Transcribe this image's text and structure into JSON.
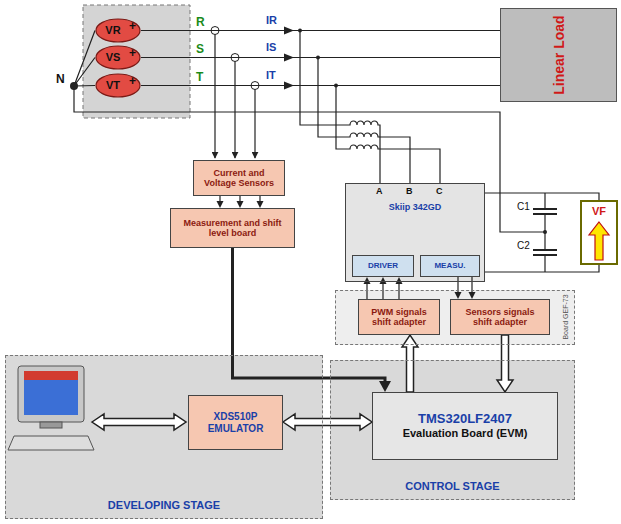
{
  "diagram": {
    "nodes": [
      {
        "text": [
          "VR"
        ]
      },
      {
        "text": [
          "VS"
        ]
      },
      {
        "text": [
          "VT"
        ]
      },
      {
        "text": [
          "Linear Load"
        ]
      },
      {
        "text": [
          "Current and Voltage Sensors"
        ]
      },
      {
        "text": [
          "Measurement and shift level board"
        ]
      },
      {
        "text": [
          "Skiip 342GD"
        ]
      },
      {
        "text": [
          "DRIVER"
        ],
        "in": 6
      },
      {
        "text": [
          "MEASU."
        ],
        "in": 6
      },
      {
        "text": [
          "VF"
        ]
      },
      {
        "text": [
          "Board GEF-73"
        ]
      },
      {
        "text": [
          "PWM signals shift adapter"
        ],
        "in": 10
      },
      {
        "text": [
          "Sensors signals shift adapter"
        ],
        "in": 10
      },
      {
        "text": [
          "DEVELOPING STAGE"
        ]
      },
      {
        "text": [
          "XDS510P EMULATOR"
        ],
        "in": 13
      },
      {
        "text": [
          "CONTROL STAGE"
        ]
      },
      {
        "text": [
          "TMS320LF2407",
          "Evaluation Board (EVM)"
        ],
        "in": 15
      }
    ],
    "edges": [
      {
        "from": 0,
        "to": 3,
        "arrow": "none"
      },
      {
        "from": 1,
        "to": 3,
        "arrow": "none"
      },
      {
        "from": 2,
        "to": 3,
        "arrow": "none"
      },
      {
        "from": 4,
        "to": 5,
        "arrow": "to"
      },
      {
        "from": 5,
        "to": 16,
        "arrow": "to"
      },
      {
        "from": 11,
        "to": 7,
        "arrow": "to"
      },
      {
        "from": 8,
        "to": 12,
        "arrow": "to"
      },
      {
        "from": 16,
        "to": 11,
        "arrow": "to"
      },
      {
        "from": 12,
        "to": 16,
        "arrow": "to"
      },
      {
        "from": 14,
        "to": 16,
        "arrow": "both"
      }
    ],
    "labels": [
      "+",
      "+",
      "+",
      "N",
      "R",
      "S",
      "T",
      "IR",
      "IS",
      "IT",
      "A",
      "B",
      "C",
      "C1",
      "C2"
    ]
  }
}
